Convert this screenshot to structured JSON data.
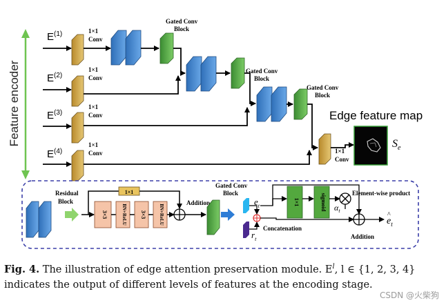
{
  "encoder": {
    "side_label": "Feature encoder",
    "inputs": [
      {
        "base": "E",
        "sup": "(1)"
      },
      {
        "base": "E",
        "sup": "(2)"
      },
      {
        "base": "E",
        "sup": "(3)"
      },
      {
        "base": "E",
        "sup": "(4)"
      }
    ],
    "conv_label": "1×1",
    "conv_sub": "Conv",
    "gated_label_1": "Gated Conv",
    "gated_label_2": "Block"
  },
  "edge_map": {
    "title": "Edge feature map",
    "symbol": "S",
    "symbol_sub": "e"
  },
  "detail": {
    "residual_1": "Residual",
    "residual_2": "Block",
    "conv1x1": "1×1",
    "conv3x3": "3×3",
    "bn_relu": "BN+ReLU",
    "addition": "Addition",
    "gated_1": "Gated Conv",
    "gated_2": "Block",
    "e_sym": "e",
    "e_sub": "t",
    "r_sym": "r",
    "r_sub": "t",
    "concat": "Concatenation",
    "conv_small": "1×1",
    "sigmoid": "sigmoid",
    "alpha": "α",
    "alpha_sub": "t",
    "element_wise": "Element-wise product",
    "addition_2": "Addition",
    "e_hat": "e",
    "e_hat_sub": "t"
  },
  "caption": {
    "label": "Fig. 4.",
    "text": "The illustration of edge attention preservation module. E",
    "sup": "l",
    "text2": ", l ∈ {1, 2, 3, 4} indicates the output of different levels of features at the encoding stage."
  },
  "watermark": "CSDN @火柴狗",
  "colors": {
    "conv_gold": "#d9b15a",
    "block_blue": "#4a8fd6",
    "gated_green": "#5ab04a",
    "residual_pink": "#f5c4a8",
    "dashed_border": "#3b3fa8",
    "arrow_green": "#6fc451"
  }
}
